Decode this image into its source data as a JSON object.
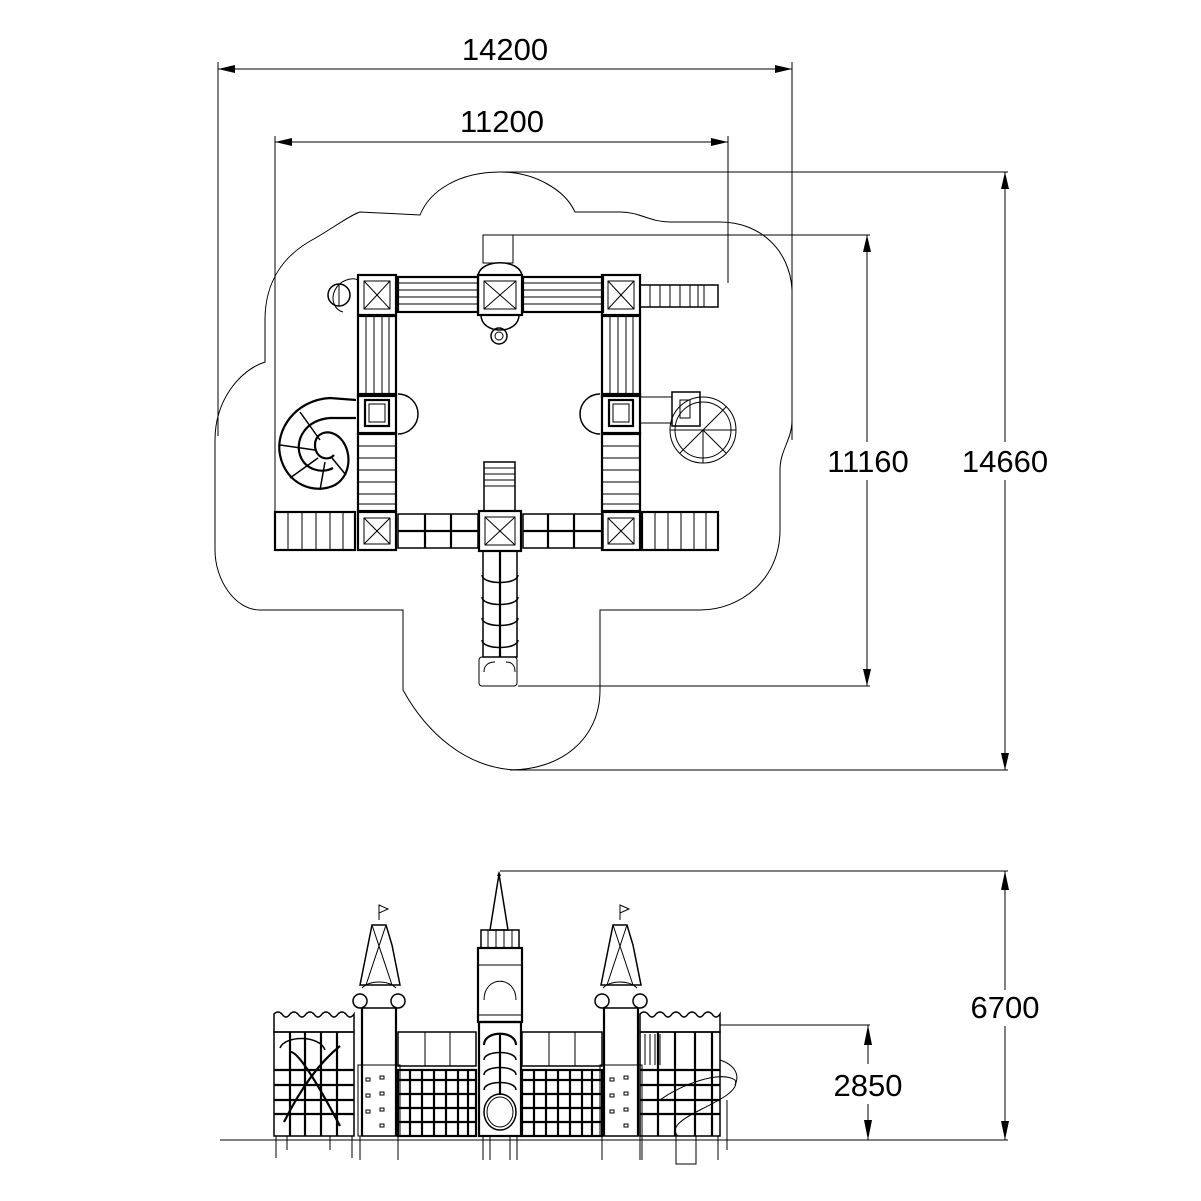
{
  "drawing": {
    "title": "Playground castle – plan view and front elevation",
    "views": [
      "plan",
      "elevation"
    ],
    "stroke_color": "#000000",
    "background_color": "#ffffff"
  },
  "plan_dimensions": {
    "overall_width": {
      "value": "14200",
      "unit": "mm"
    },
    "structure_width": {
      "value": "11200",
      "unit": "mm"
    },
    "structure_depth": {
      "value": "11160",
      "unit": "mm"
    },
    "overall_depth": {
      "value": "14660",
      "unit": "mm"
    }
  },
  "elevation_dimensions": {
    "overall_height": {
      "value": "6700",
      "unit": "mm"
    },
    "platform_roof_height": {
      "value": "2850",
      "unit": "mm"
    }
  },
  "components": {
    "plan": [
      "safety-zone-outline",
      "corner-towers",
      "central-tower",
      "bridges",
      "spiral-slide-left",
      "spiral-slide-right",
      "straight-slide-top-right",
      "tube-slide-bottom",
      "ladders",
      "climbing-ramp"
    ],
    "elevation": [
      "central-spire-tower",
      "left-flag-tower",
      "right-flag-tower",
      "crenellated-walls",
      "climbing-nets",
      "tube-slide",
      "spiral-slides",
      "ground-line"
    ]
  }
}
